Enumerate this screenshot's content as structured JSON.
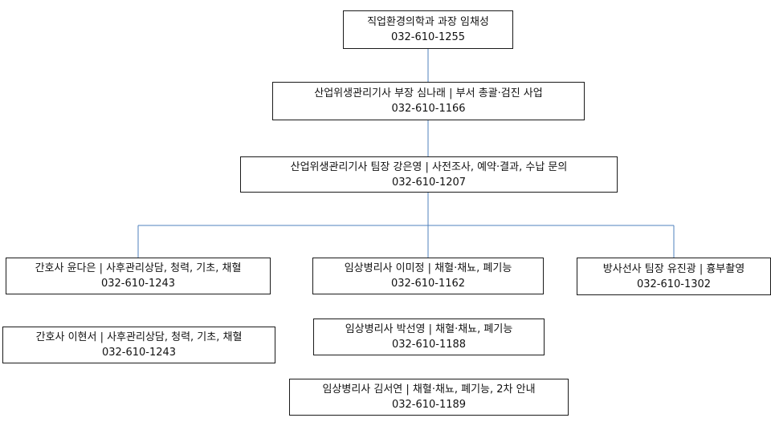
{
  "colors": {
    "connector": "#4f81bd",
    "border": "#1a1a1a",
    "text": "#111111",
    "background": "#ffffff"
  },
  "chief": {
    "title": "직업환경의학과 과장 임채성",
    "phone": "032-610-1255"
  },
  "manager": {
    "title": "산업위생관리기사 부장 심나래 | 부서 총괄·검진 사업",
    "phone": "032-610-1166"
  },
  "team_leader": {
    "title": "산업위생관리기사 팀장 강은영 | 사전조사, 예약·결과, 수납 문의",
    "phone": "032-610-1207"
  },
  "nurse_yoon": {
    "title": "간호사 윤다은 | 사후관리상담, 청력, 기초, 채혈",
    "phone": "032-610-1243"
  },
  "nurse_lee": {
    "title": "간호사 이현서 | 사후관리상담, 청력, 기초, 채혈",
    "phone": "032-610-1243"
  },
  "pathologist_lee": {
    "title": "임상병리사 이미정 | 채혈·채뇨, 폐기능",
    "phone": "032-610-1162"
  },
  "pathologist_park": {
    "title": "임상병리사 박선영 | 채혈·채뇨, 폐기능",
    "phone": "032-610-1188"
  },
  "pathologist_kim": {
    "title": "임상병리사 김서연 | 채혈·채뇨, 폐기능, 2차 안내",
    "phone": "032-610-1189"
  },
  "radiologist": {
    "title": "방사선사 팀장 유진광 | 흉부촬영",
    "phone": "032-610-1302"
  }
}
